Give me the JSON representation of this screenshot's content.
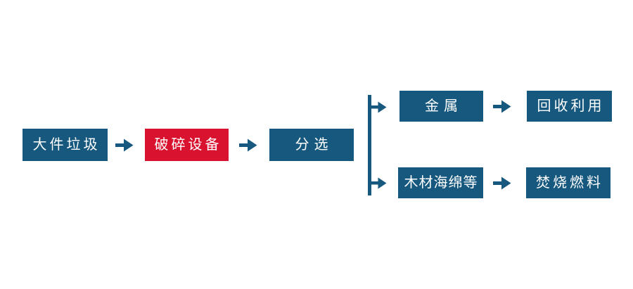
{
  "colors": {
    "box_blue": "#17587F",
    "box_red": "#D8122F",
    "arrow_blue": "#17587F",
    "text_white": "#FFFFFF",
    "background": "#FFFFFF"
  },
  "flowchart": {
    "main_flow": {
      "bulky_waste_label": "大件垃圾",
      "crushing_equipment_label": "破碎设备",
      "sorting_label": "分选"
    },
    "branch_top": {
      "metal_label": "金属",
      "recycling_label": "回收利用"
    },
    "branch_bottom": {
      "wood_sponge_label": "木材海绵等",
      "incineration_fuel_label": "焚烧燃料"
    },
    "icons": {
      "arrow_right": "right-arrow",
      "branch_connector": "vertical-split-bar"
    }
  }
}
